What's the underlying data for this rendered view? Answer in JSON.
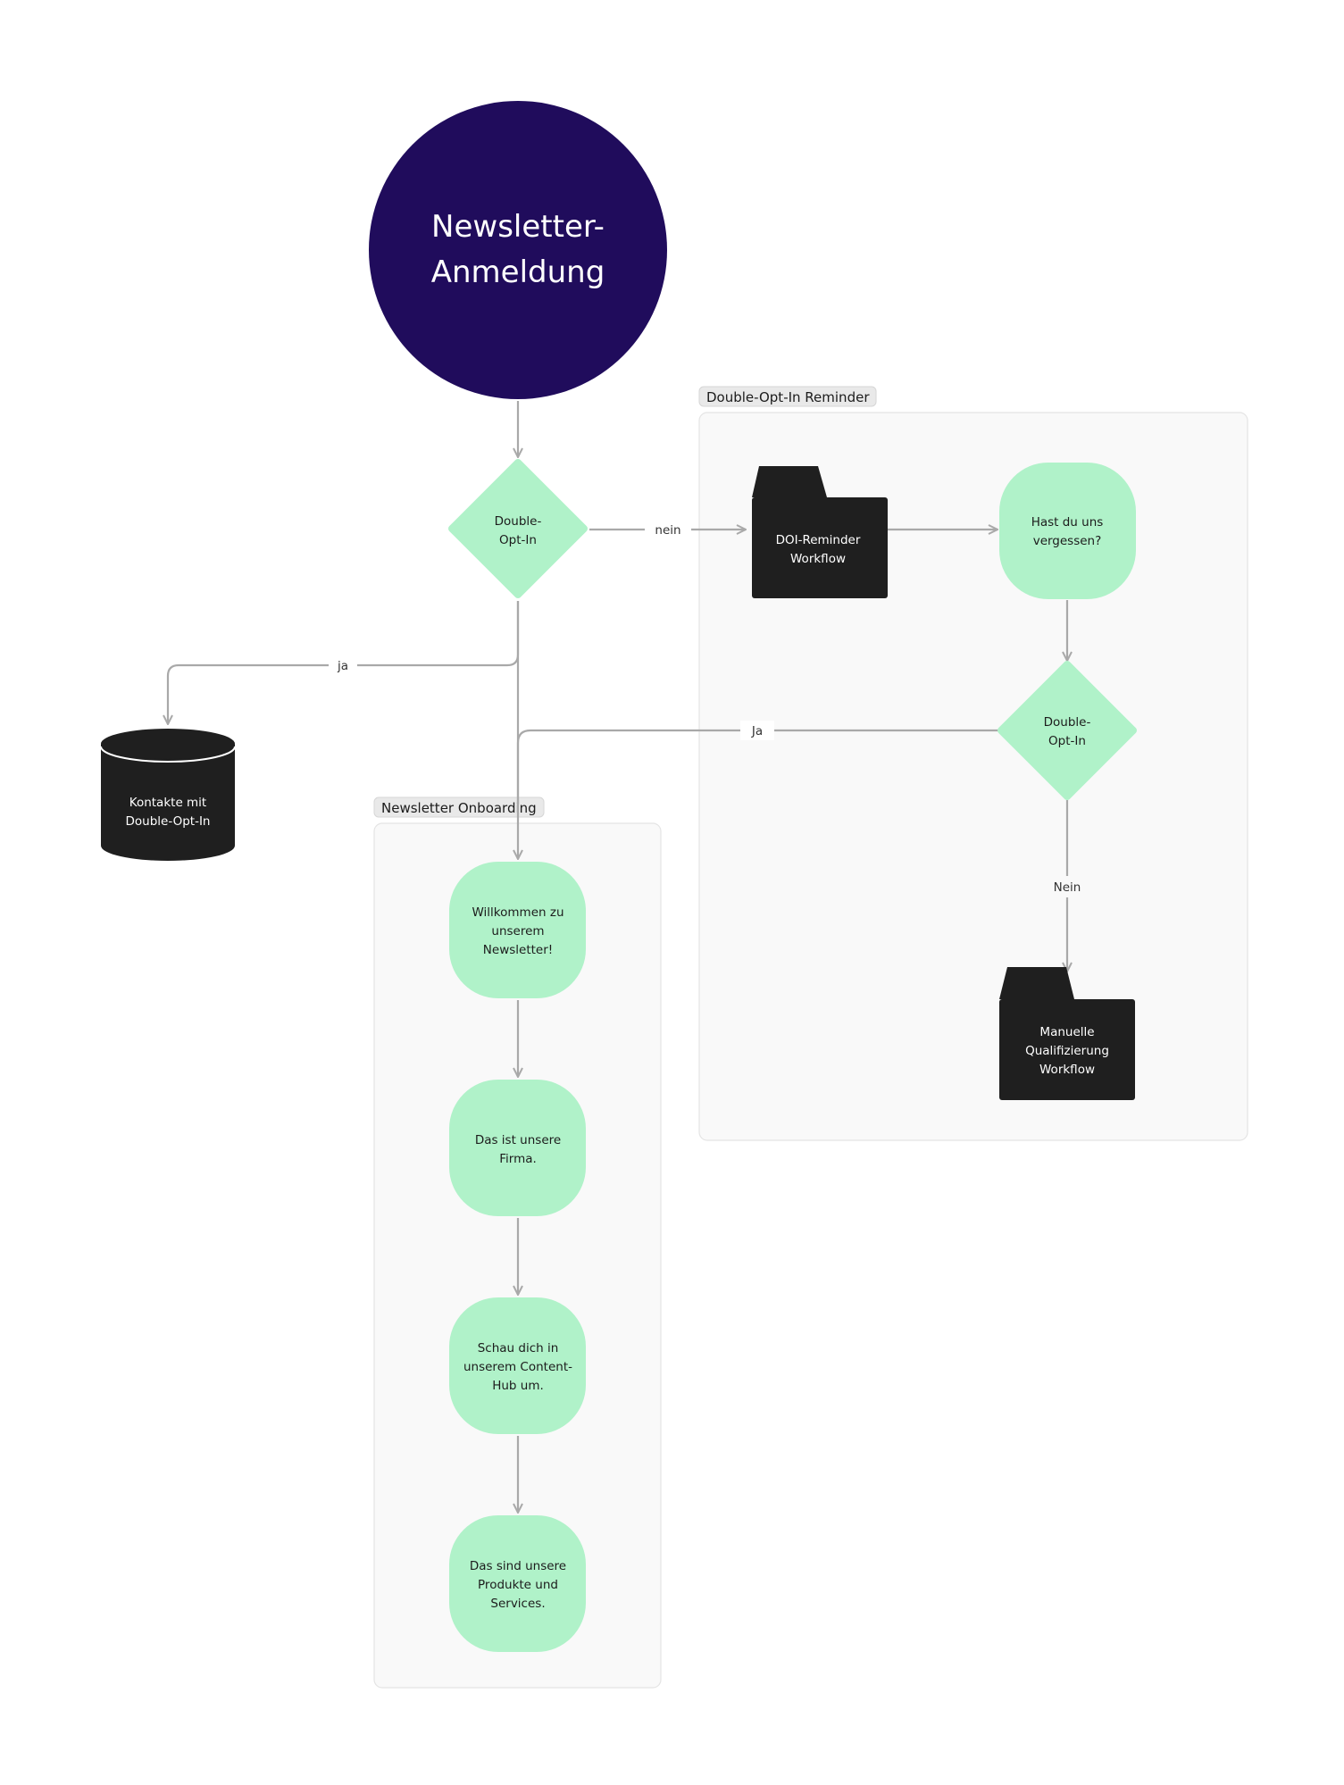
{
  "colors": {
    "start": "#200c5c",
    "mint": "#b0f2c9",
    "dark": "#1f1f1f",
    "edge": "#a9a9a9",
    "group_bg": "#f9f9f9",
    "group_border": "#e4e4e4"
  },
  "start": {
    "lines": [
      "Newsletter-",
      "Anmeldung"
    ]
  },
  "decision_main": {
    "lines": [
      "Double-",
      "Opt-In"
    ]
  },
  "decision_reminder": {
    "lines": [
      "Double-",
      "Opt-In"
    ]
  },
  "db_contacts": {
    "lines": [
      "Kontakte mit",
      "Double-Opt-In"
    ],
    "icon": "database-icon"
  },
  "folder_doi": {
    "lines": [
      "DOI-Reminder",
      "Workflow"
    ],
    "icon": "folder-icon"
  },
  "folder_manual": {
    "lines": [
      "Manuelle",
      "Qualifizierung",
      "Workflow"
    ],
    "icon": "folder-icon"
  },
  "step_hast_du": {
    "lines": [
      "Hast du  uns",
      "vergessen?"
    ]
  },
  "onboarding_steps": [
    {
      "lines": [
        "Willkommen zu",
        "unserem",
        "Newsletter!"
      ]
    },
    {
      "lines": [
        "Das ist unsere",
        "Firma."
      ]
    },
    {
      "lines": [
        "Schau dich in",
        "unserem Content-",
        "Hub um."
      ]
    },
    {
      "lines": [
        "Das sind unsere",
        "Produkte und",
        "Services."
      ]
    }
  ],
  "groups": {
    "reminder": {
      "label": "Double-Opt-In Reminder"
    },
    "onboarding": {
      "label": "Newsletter Onboarding"
    }
  },
  "edge_labels": {
    "nein": "nein",
    "ja": "ja",
    "Ja": "Ja",
    "Nein": "Nein"
  }
}
